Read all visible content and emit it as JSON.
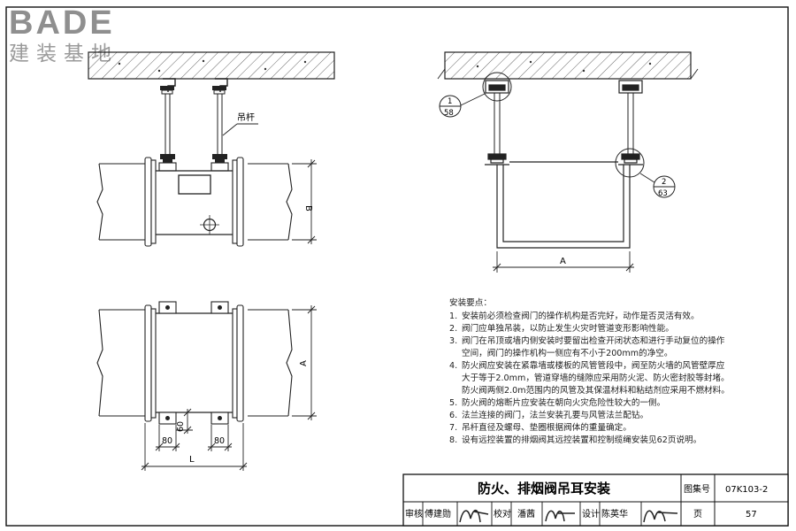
{
  "logo": {
    "word": "BADE",
    "sub": "建装基地"
  },
  "labels": {
    "hanger_rod": "吊杆",
    "dim_B": "B",
    "dim_A_side": "A",
    "dim_A_plan": "A",
    "dim_L": "L",
    "dim_80_left": "80",
    "dim_80_right": "80",
    "dim_60": "60",
    "ref1_num": "1",
    "ref1_page": "58",
    "ref2_num": "2",
    "ref2_page": "63"
  },
  "notes": {
    "heading": "安装要点：",
    "items": [
      {
        "n": "1.",
        "lines": [
          "安装前必须检查阀门的操作机构是否完好，动作是否灵活有效。"
        ]
      },
      {
        "n": "2.",
        "lines": [
          "阀门应单独吊装，以防止发生火灾时管道变形影响性能。"
        ]
      },
      {
        "n": "3.",
        "lines": [
          "阀门在吊顶或墙内侧安装时要留出检查开闭状态和进行手动复位的操作",
          "空间，阀门的操作机构一侧应有不小于200mm的净空。"
        ]
      },
      {
        "n": "4.",
        "lines": [
          "防火阀应安装在紧靠墙或楼板的风管管段中，阀至防火墙的风管壁厚应",
          "大于等于2.0mm，管道穿墙的缝隙应采用防火泥、防火密封胶等封堵。",
          "防火阀两侧2.0m范围内的风管及其保温材料和粘结剂应采用不燃材料。"
        ]
      },
      {
        "n": "5.",
        "lines": [
          "防火阀的熔断片应安装在朝向火灾危险性较大的一侧。"
        ]
      },
      {
        "n": "6.",
        "lines": [
          "法兰连接的阀门，法兰安装孔要与风管法兰配钻。"
        ]
      },
      {
        "n": "7.",
        "lines": [
          "吊杆直径及螺母、垫圈根据阀体的重量确定。"
        ]
      },
      {
        "n": "8.",
        "lines": [
          "设有远控装置的排烟阀其远控装置和控制缆绳安装见62页说明。"
        ]
      }
    ]
  },
  "title_block": {
    "title": "防火、排烟阀吊耳安装",
    "atlas_label": "图集号",
    "atlas_no": "07K103-2",
    "review_label": "审核",
    "reviewer": "傅建勋",
    "check_label": "校对",
    "checker": "潘茜",
    "design_label": "设计",
    "designer": "陈英华",
    "page_label": "页",
    "page_no": "57"
  }
}
